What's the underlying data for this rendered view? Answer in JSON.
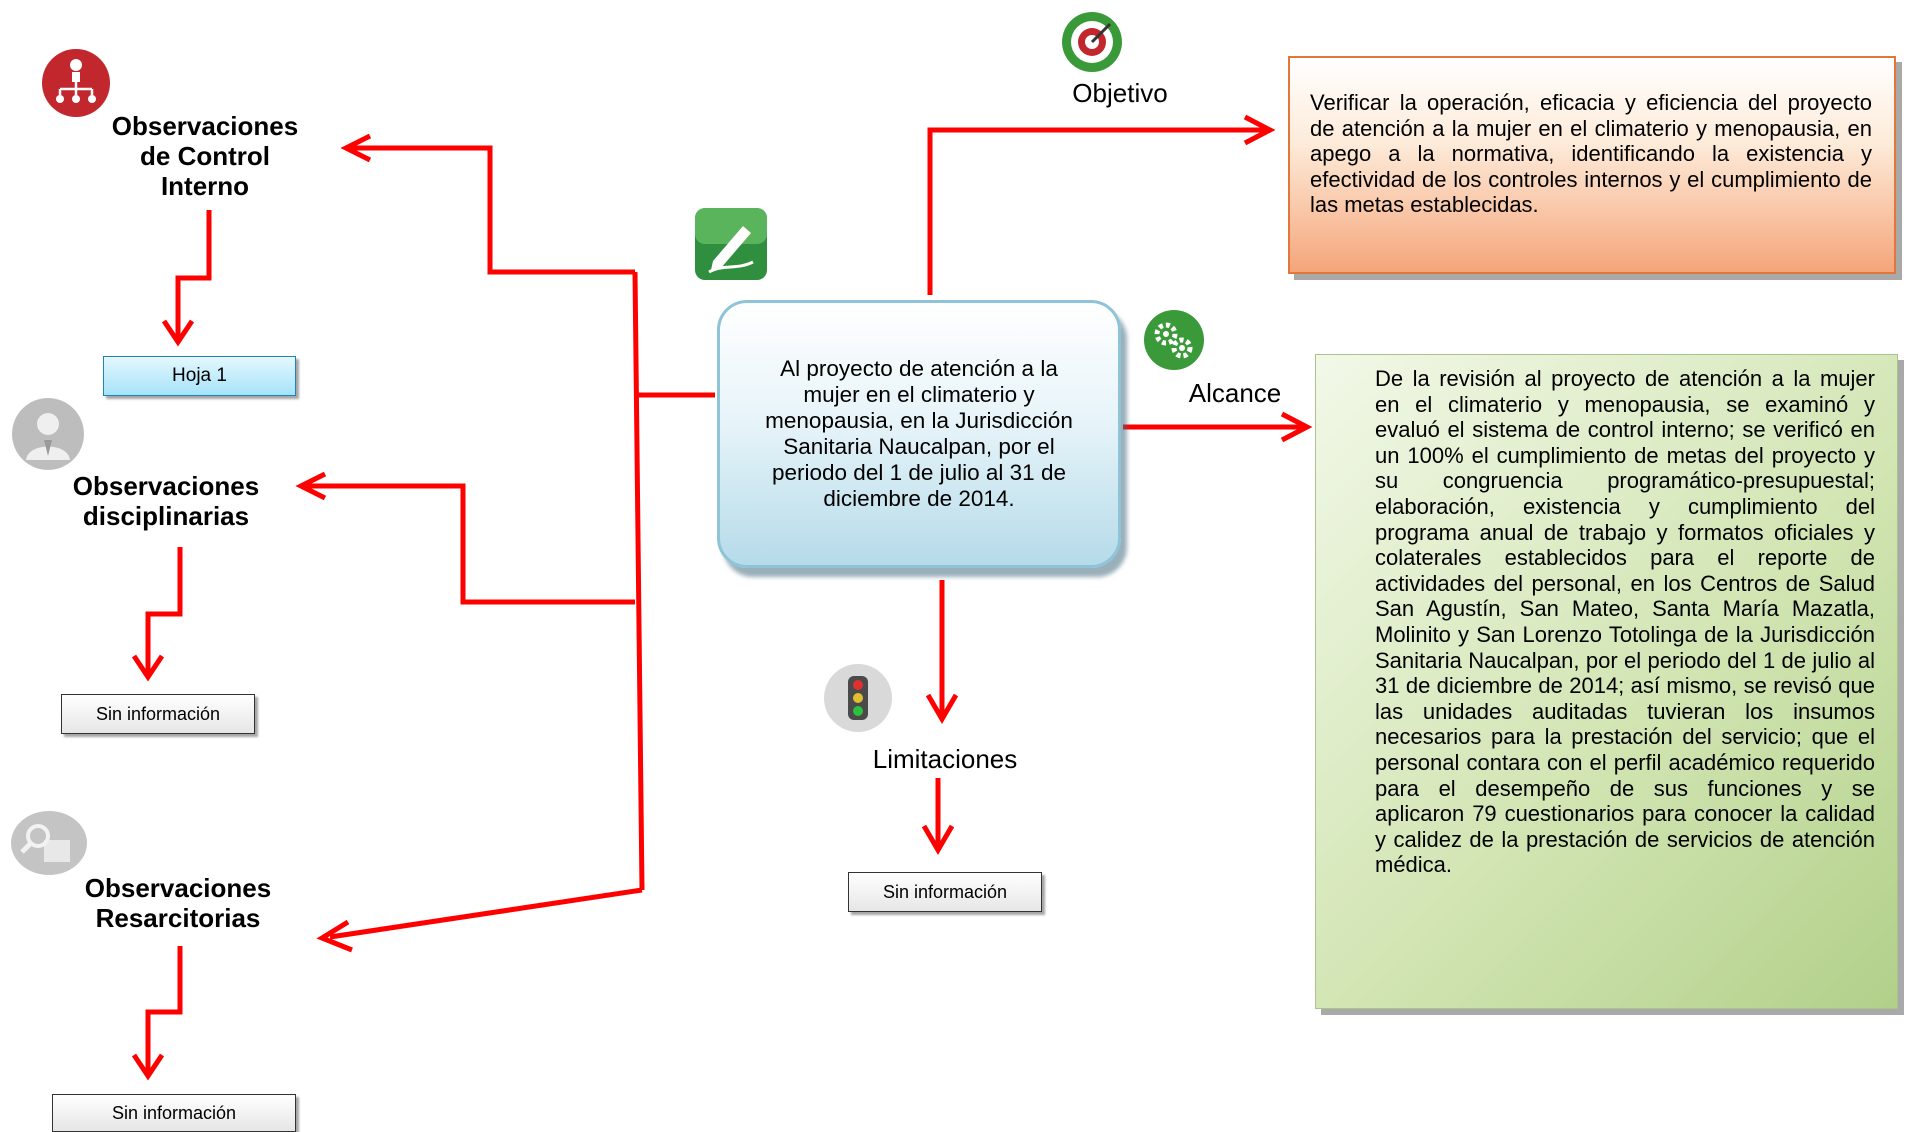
{
  "central": {
    "text": "Al proyecto de atención a la mujer en el climaterio y menopausia, en la Jurisdicción Sanitaria Naucalpan, por el periodo del 1 de julio al 31 de diciembre de 2014."
  },
  "objetivo": {
    "title": "Objetivo",
    "text": "Verificar la operación, eficacia y eficiencia del proyecto de atención a la mujer en el climaterio y menopausia, en apego a la normativa, identificando la existencia y efectividad de los controles internos y el cumplimiento de las metas establecidas."
  },
  "alcance": {
    "title": "Alcance",
    "text": "De la revisión al proyecto de atención a la mujer en el climaterio y menopausia, se examinó y evaluó el sistema de control interno; se verificó en un 100% el cumplimiento de metas del proyecto y su congruencia programático-presupuestal; elaboración, existencia y cumplimiento del programa anual de trabajo y formatos oficiales y colaterales establecidos para el reporte de actividades del personal, en los Centros de Salud San Agustín, San Mateo, Santa María Mazatla, Molinito y San Lorenzo Totolinga de la Jurisdicción Sanitaria Naucalpan, por el periodo del 1 de julio al 31 de diciembre de 2014; así mismo, se revisó que las unidades auditadas tuvieran los insumos necesarios para la prestación del servicio; que el personal contara con el perfil académico requerido para el desempeño de sus funciones y se aplicaron 79 cuestionarios para conocer la calidad y calidez de la prestación de servicios de atención médica."
  },
  "limitaciones": {
    "title": "Limitaciones",
    "box": "Sin información"
  },
  "control_interno": {
    "title_line1": "Observaciones",
    "title_line2": "de Control",
    "title_line3": "Interno",
    "box": "Hoja 1"
  },
  "disciplinarias": {
    "title_line1": "Observaciones",
    "title_line2": "disciplinarias",
    "box": "Sin información"
  },
  "resarcitorias": {
    "title_line1": "Observaciones",
    "title_line2": "Resarcitorias",
    "box": "Sin información"
  },
  "icons": {
    "control_interno": "org-chart-icon",
    "disciplinarias": "person-icon",
    "resarcitorias": "inspection-icon",
    "central": "edit-pen-icon",
    "objetivo": "target-icon",
    "alcance": "gears-icon",
    "limitaciones": "traffic-light-icon"
  },
  "colors": {
    "connector": "#ff0000",
    "control_interno_icon": "#c1272d",
    "objetivo_box": "#f5a57a",
    "alcance_box": "#c6dda5",
    "central_box": "#b5dbe9",
    "hoja_box": "#a6e3f8"
  }
}
